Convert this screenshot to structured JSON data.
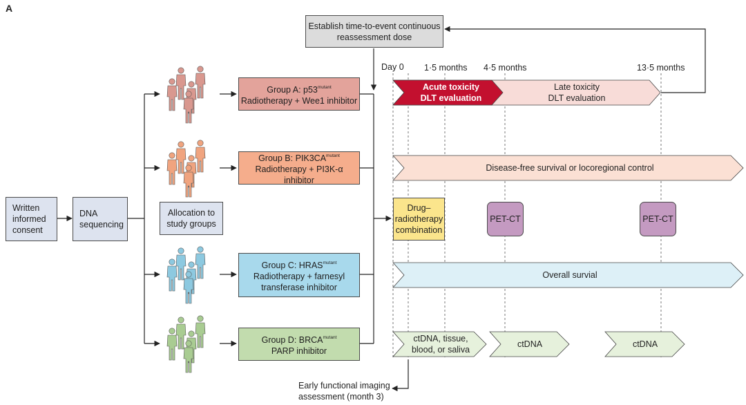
{
  "panel_label": "A",
  "top_box": {
    "line1": "Establish time-to-event continuous",
    "line2": "reassessment dose"
  },
  "consent": {
    "line1": "Written",
    "line2": "informed",
    "line3": "consent"
  },
  "dna": {
    "line1": "DNA",
    "line2": "sequencing"
  },
  "allocation": {
    "line1": "Allocation to",
    "line2": "study groups"
  },
  "groups": [
    {
      "name": "Group A: p53",
      "sup": "mutant",
      "line2": "Radiotherapy + Wee1 inhibitor",
      "line3": "",
      "color": "#e3a39b",
      "people": "#d9988f"
    },
    {
      "name": "Group B: PIK3CA",
      "sup": "mutant",
      "line2": "Radiotherapy + PI3K-α inhibitor",
      "line3": "",
      "color": "#f5ad8c",
      "people": "#f0a47f"
    },
    {
      "name": "Group C: HRAS",
      "sup": "mutant",
      "line2": "Radiotherapy + farnesyl",
      "line3": "transferase inhibitor",
      "color": "#a8d9ec",
      "people": "#8dc9e0"
    },
    {
      "name": "Group D: BRCA",
      "sup": "mutant",
      "line2": "PARP inhibitor",
      "line3": "",
      "color": "#c2dcae",
      "people": "#a9cc92"
    }
  ],
  "timeline": {
    "day0": "Day 0",
    "m15": "1·5 months",
    "m45": "4·5 months",
    "m135": "13·5 months"
  },
  "acute": {
    "line1": "Acute toxicity",
    "line2": "DLT evaluation",
    "color": "#c3102f"
  },
  "late": {
    "line1": "Late toxicity",
    "line2": "DLT evaluation",
    "color": "#f8dcd8"
  },
  "dfs": {
    "text": "Disease-free survival or locoregional control",
    "color": "#fbe0d4"
  },
  "drug": {
    "line1": "Drug–",
    "line2": "radiotherapy",
    "line3": "combination"
  },
  "petct1": "PET-CT",
  "petct2": "PET-CT",
  "os": {
    "text": "Overall survial",
    "color": "#ddf0f7"
  },
  "ctdna1": {
    "line1": "ctDNA, tissue,",
    "line2": "blood, or saliva"
  },
  "ctdna2": "ctDNA",
  "ctdna3": "ctDNA",
  "ctdna_color": "#e6f1dc",
  "footer": {
    "line1": "Early functional imaging",
    "line2": "assessment (month 3)"
  }
}
